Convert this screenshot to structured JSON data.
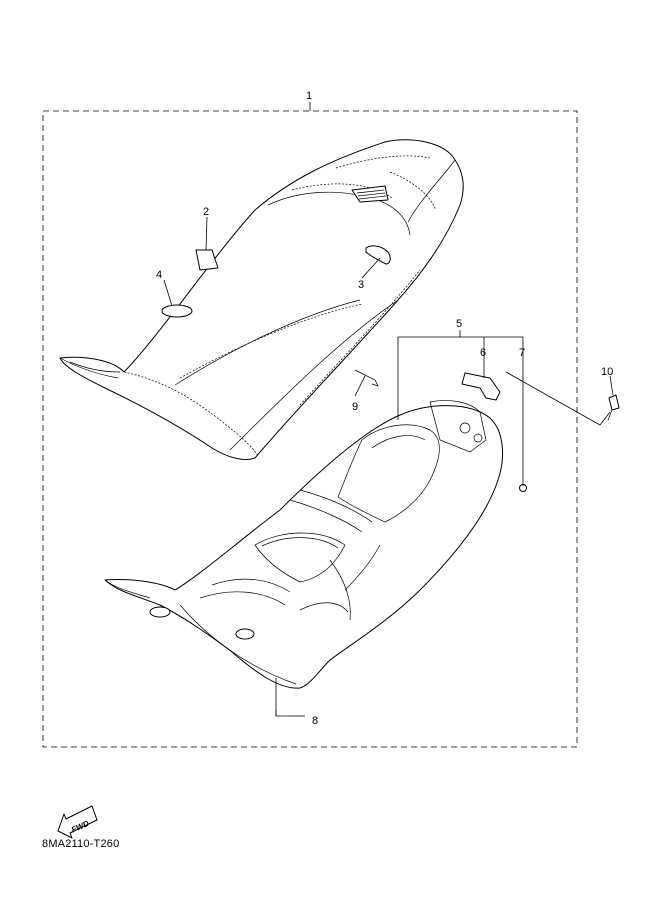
{
  "callouts": {
    "c1": "1",
    "c2": "2",
    "c3": "3",
    "c4": "4",
    "c5": "5",
    "c6": "6",
    "c7": "7",
    "c8": "8",
    "c9": "9",
    "c10": "10"
  },
  "fwd_label": "FWD",
  "diagram_code": "8MA2110-T260",
  "icons": {
    "fwd": "fwd-arrow-icon"
  }
}
